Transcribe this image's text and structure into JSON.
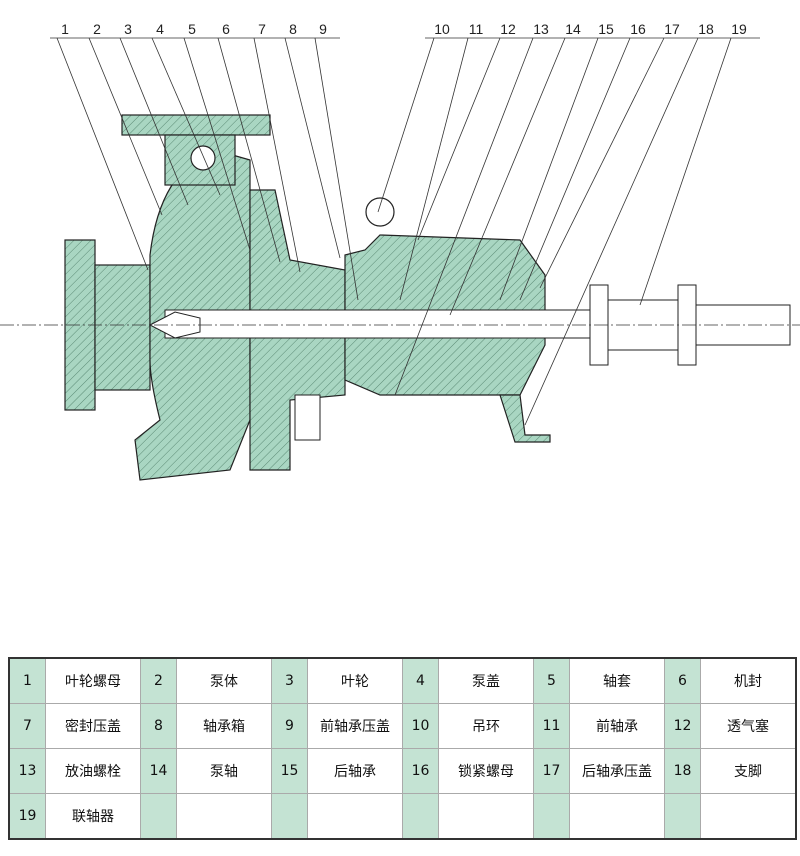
{
  "diagram": {
    "callouts": [
      "1",
      "2",
      "3",
      "4",
      "5",
      "6",
      "7",
      "8",
      "9",
      "10",
      "11",
      "12",
      "13",
      "14",
      "15",
      "16",
      "17",
      "18",
      "19"
    ],
    "fill_color": "#a9d6c2",
    "line_color": "#222222"
  },
  "parts_table": {
    "header_cell_color": "#c4e3d3",
    "rows": [
      [
        {
          "num": "1",
          "name": "叶轮螺母"
        },
        {
          "num": "2",
          "name": "泵体"
        },
        {
          "num": "3",
          "name": "叶轮"
        },
        {
          "num": "4",
          "name": "泵盖"
        },
        {
          "num": "5",
          "name": "轴套"
        },
        {
          "num": "6",
          "name": "机封"
        }
      ],
      [
        {
          "num": "7",
          "name": "密封压盖"
        },
        {
          "num": "8",
          "name": "轴承箱"
        },
        {
          "num": "9",
          "name": "前轴承压盖"
        },
        {
          "num": "10",
          "name": "吊环"
        },
        {
          "num": "11",
          "name": "前轴承"
        },
        {
          "num": "12",
          "name": "透气塞"
        }
      ],
      [
        {
          "num": "13",
          "name": "放油螺栓"
        },
        {
          "num": "14",
          "name": "泵轴"
        },
        {
          "num": "15",
          "name": "后轴承"
        },
        {
          "num": "16",
          "name": "锁紧螺母"
        },
        {
          "num": "17",
          "name": "后轴承压盖"
        },
        {
          "num": "18",
          "name": "支脚"
        }
      ],
      [
        {
          "num": "19",
          "name": "联轴器"
        },
        {
          "num": "",
          "name": ""
        },
        {
          "num": "",
          "name": ""
        },
        {
          "num": "",
          "name": ""
        },
        {
          "num": "",
          "name": ""
        },
        {
          "num": "",
          "name": ""
        }
      ]
    ]
  }
}
